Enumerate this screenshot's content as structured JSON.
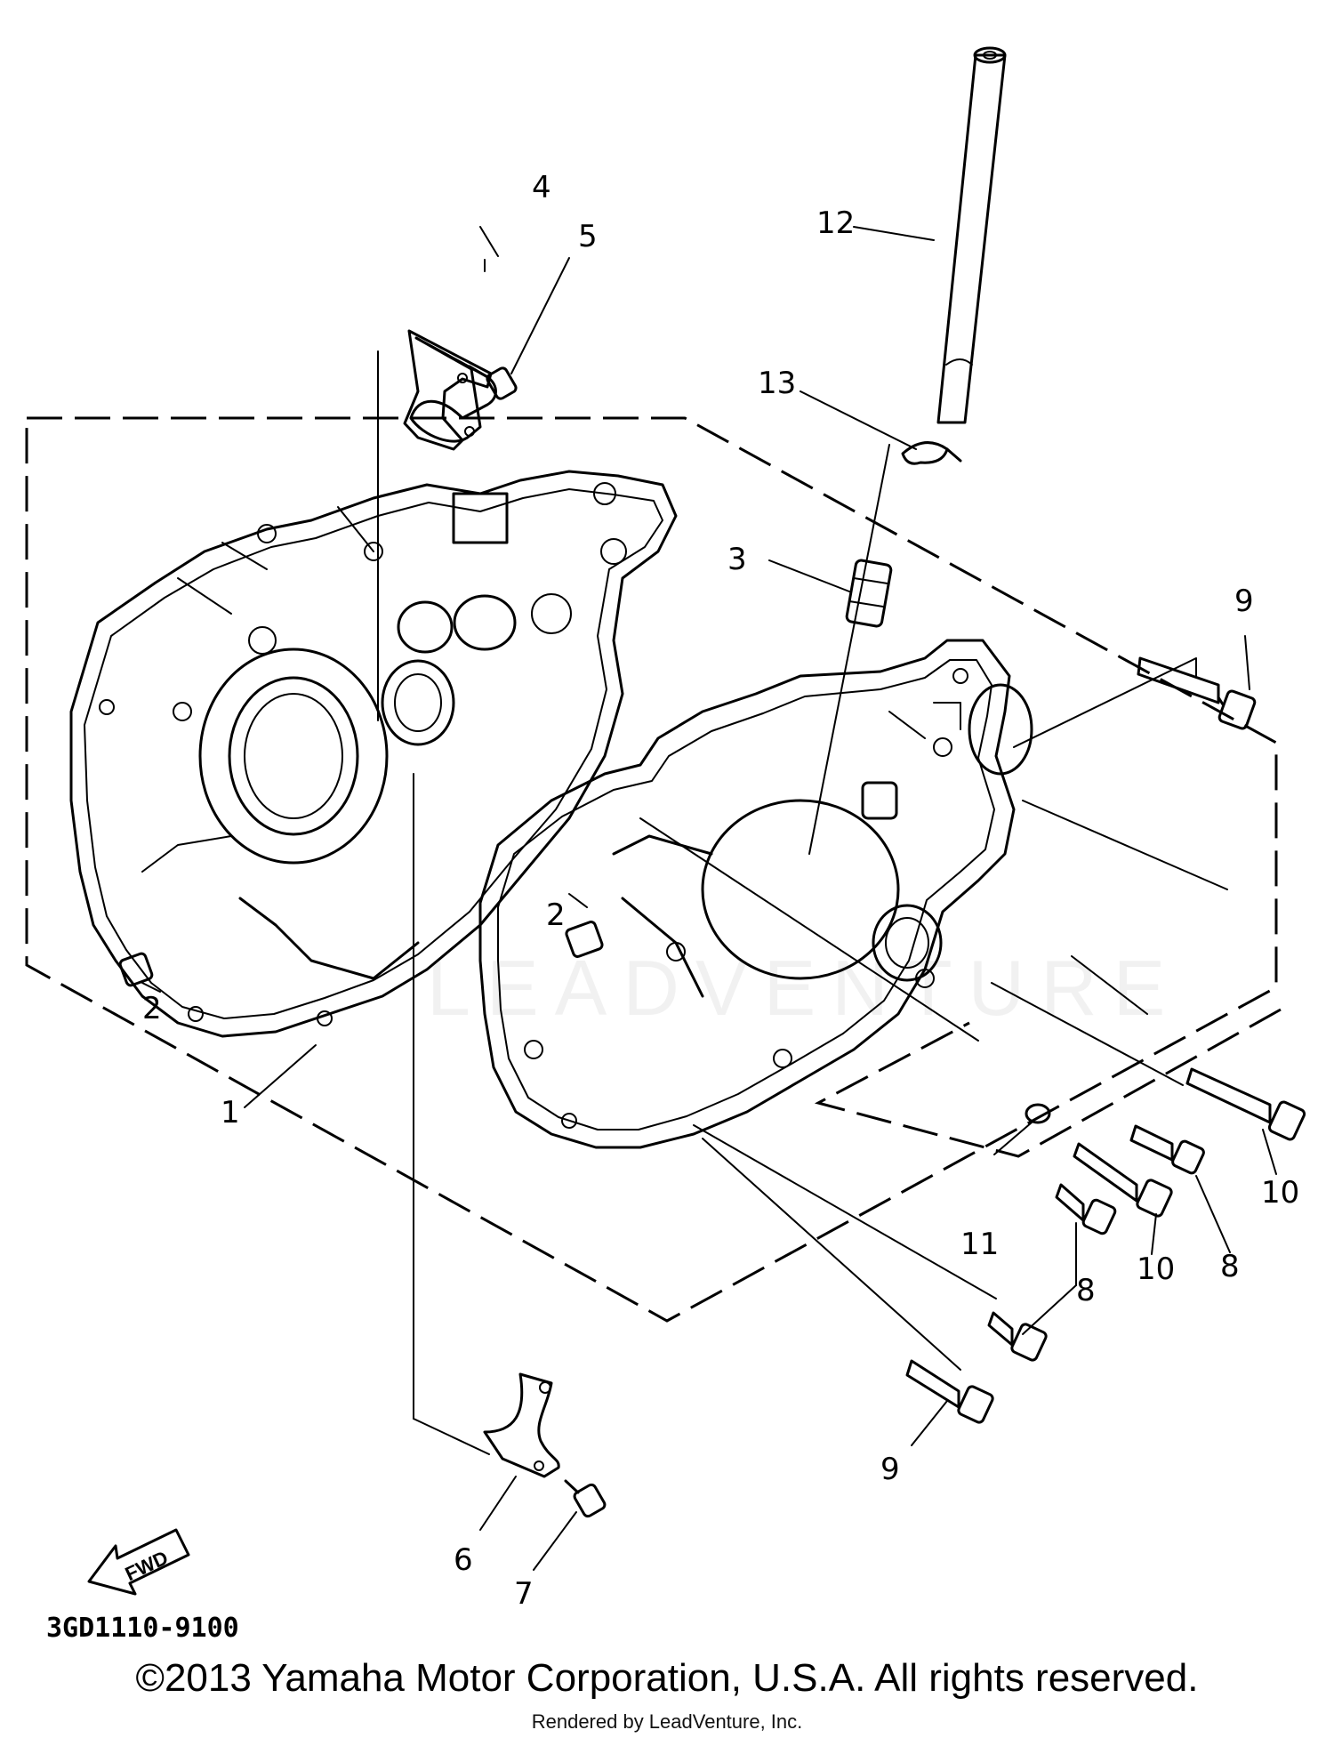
{
  "diagram": {
    "part_code": "3GD1110-9100",
    "fwd_label": "FWD",
    "watermark": "LEADVENTURE",
    "callouts": [
      "1",
      "2",
      "2",
      "3",
      "4",
      "5",
      "6",
      "7",
      "8",
      "8",
      "9",
      "9",
      "10",
      "10",
      "11",
      "12",
      "13"
    ]
  },
  "footer": {
    "copyright": "©2013 Yamaha Motor Corporation, U.S.A. All rights reserved.",
    "rendered_by": "Rendered by LeadVenture, Inc."
  }
}
